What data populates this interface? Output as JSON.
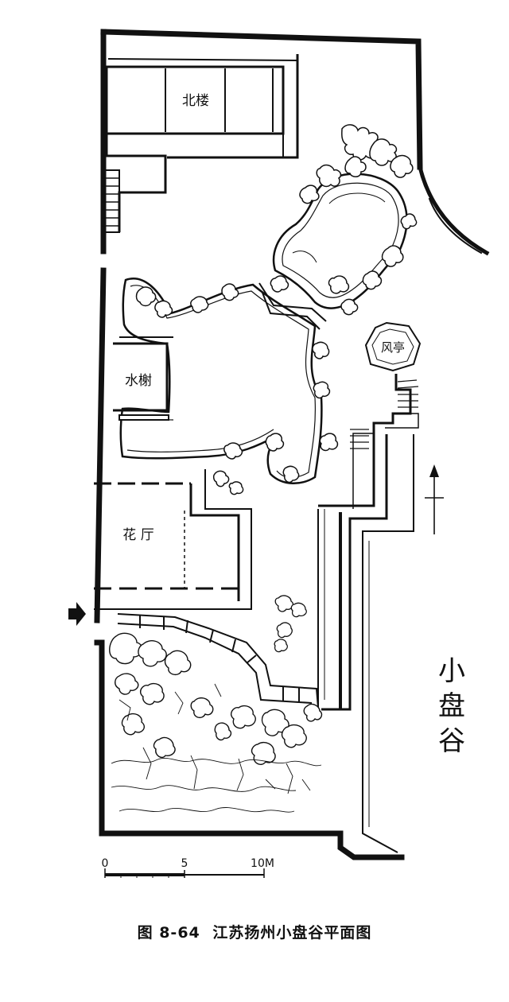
{
  "labels": {
    "north_building": "北楼",
    "water_pavilion": "水榭",
    "flower_hall": "花 厅",
    "wind_pavilion": "风亭",
    "seal_text": "小盘谷"
  },
  "scale": {
    "ticks": [
      "0",
      "5",
      "10M"
    ]
  },
  "caption": {
    "figure_number": "图 8-64",
    "title": "江苏扬州小盘谷平面图"
  }
}
